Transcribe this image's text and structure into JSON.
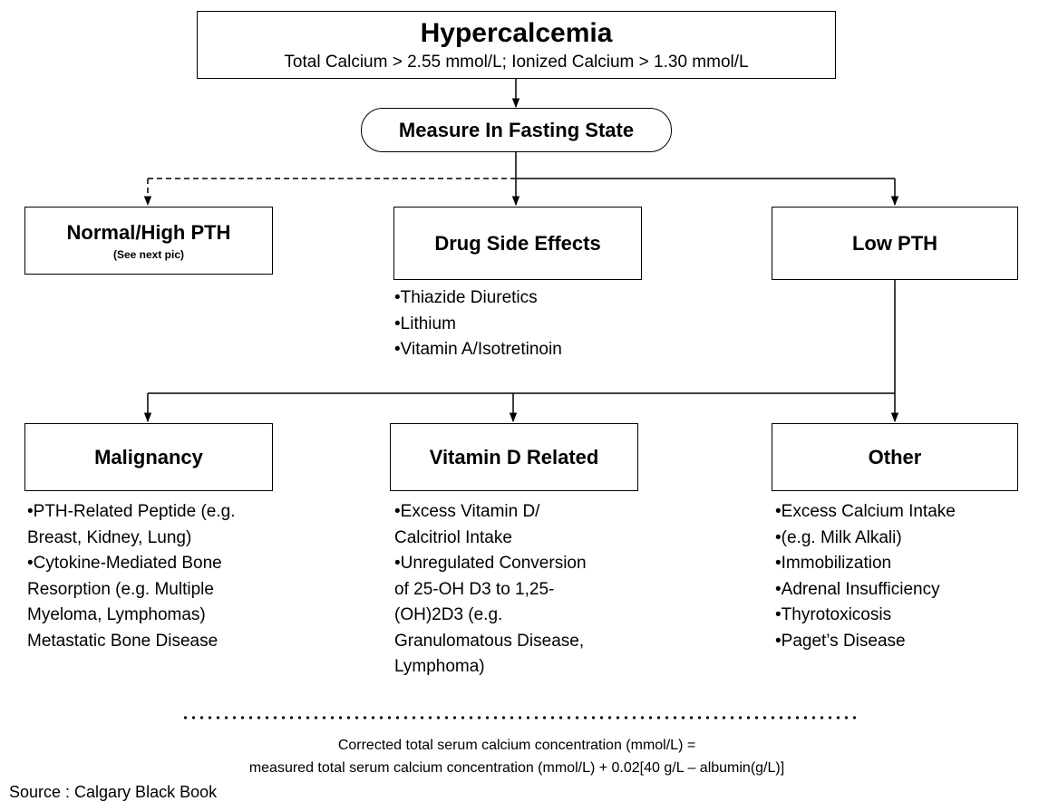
{
  "top": {
    "title": "Hypercalcemia",
    "subtitle": "Total Calcium > 2.55 mmol/L; Ionized Calcium > 1.30 mmol/L"
  },
  "fasting": {
    "label": "Measure In Fasting State"
  },
  "branches": {
    "normal_high_pth": {
      "title": "Normal/High PTH",
      "note": "(See next pic)"
    },
    "drug": {
      "title": "Drug Side Effects",
      "items": [
        "•Thiazide Diuretics",
        "•Lithium",
        "•Vitamin A/Isotretinoin"
      ]
    },
    "low_pth": {
      "title": "Low PTH"
    }
  },
  "causes": {
    "malignancy": {
      "title": "Malignancy",
      "items": [
        "•PTH-Related Peptide (e.g.",
        "Breast, Kidney, Lung)",
        "•Cytokine-Mediated Bone",
        "Resorption (e.g. Multiple",
        "Myeloma, Lymphomas)",
        "Metastatic Bone Disease"
      ]
    },
    "vitamin_d": {
      "title": "Vitamin D Related",
      "items": [
        "•Excess Vitamin D/",
        "Calcitriol Intake",
        "•Unregulated Conversion",
        "of 25-OH D3 to 1,25-",
        "(OH)2D3 (e.g.",
        "Granulomatous Disease,",
        "Lymphoma)"
      ]
    },
    "other": {
      "title": "Other",
      "items": [
        "•Excess Calcium Intake",
        "•(e.g. Milk Alkali)",
        "•Immobilization",
        "•Adrenal Insufficiency",
        "•Thyrotoxicosis",
        "•Paget’s Disease"
      ]
    }
  },
  "formula": {
    "line1": "Corrected total serum calcium concentration (mmol/L)  =",
    "line2": "measured total serum calcium concentration (mmol/L) + 0.02[40 g/L – albumin(g/L)]"
  },
  "source": "Source : Calgary Black Book"
}
